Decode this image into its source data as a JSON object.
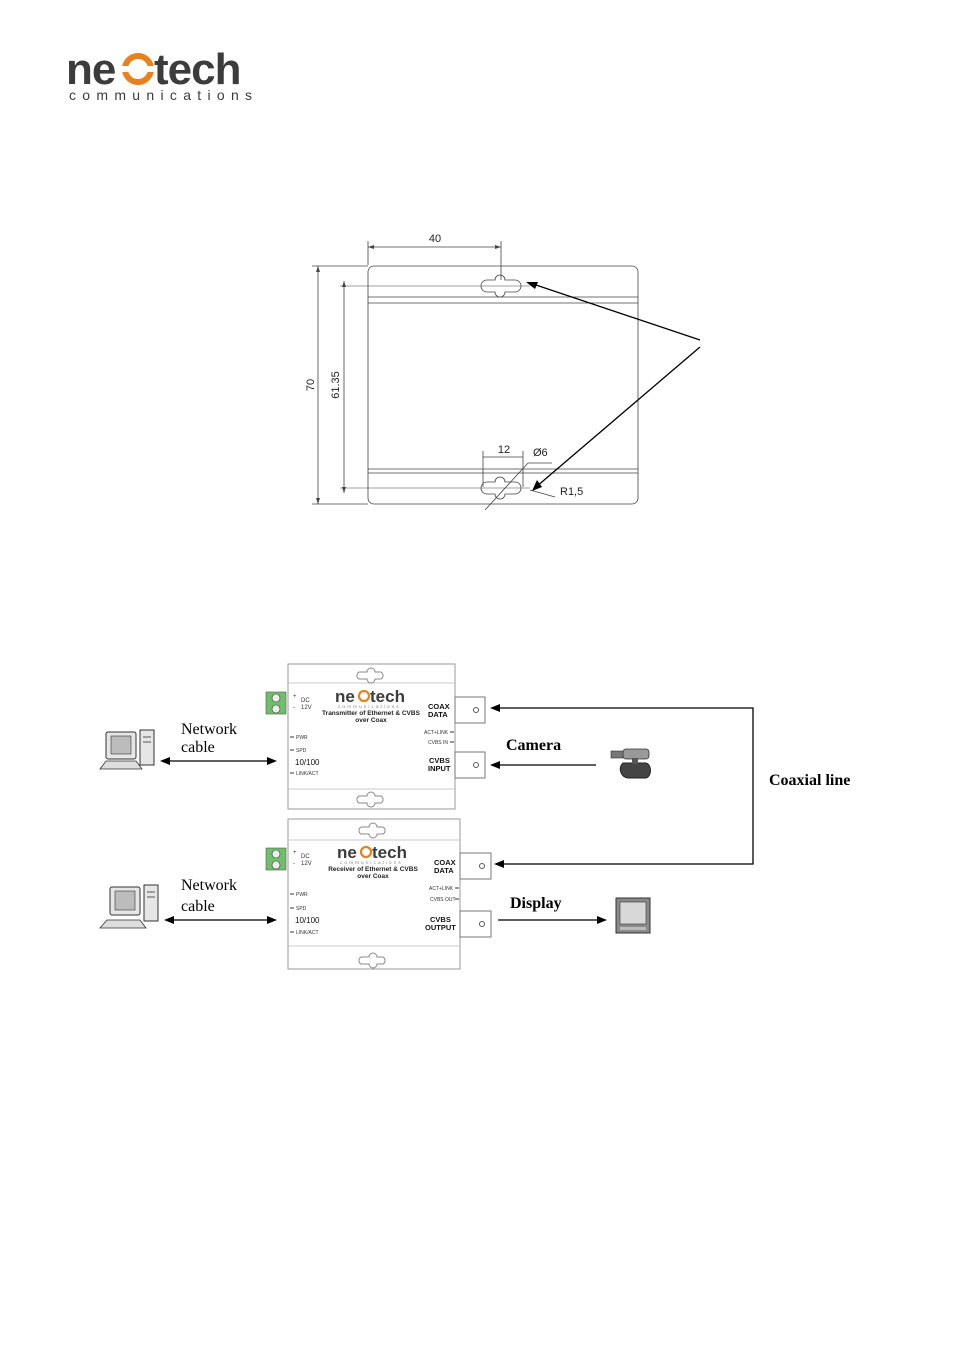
{
  "logo": {
    "brand_prefix": "ne",
    "brand_suffix": "tech",
    "tagline": "communications"
  },
  "dimension_drawing": {
    "width_label": "40",
    "height_label": "70",
    "inner_height_label": "61.35",
    "slot_width_label": "12",
    "hole_label": "Ø6",
    "radius_label": "R1,5"
  },
  "wiring_diagram": {
    "transmitter": {
      "title_line1": "Transmitter of Ethernet & CVBS",
      "title_line2": "over Coax",
      "dc_label": "DC",
      "volt_label": "12V",
      "plus_label": "+",
      "minus_label": "-",
      "pwr_label": "PWR",
      "spd_label": "SPD",
      "speed_label": "10/100",
      "link_label": "LINK/ACT",
      "coax_label_1": "COAX",
      "coax_label_2": "DATA",
      "act_link_label": "ACT+LINK",
      "cvbs_led_label": "CVBS IN",
      "cvbs_port_1": "CVBS",
      "cvbs_port_2": "INPUT"
    },
    "receiver": {
      "title_line1": "Receiver of Ethernet & CVBS",
      "title_line2": "over Coax",
      "dc_label": "DC",
      "volt_label": "12V",
      "plus_label": "+",
      "minus_label": "-",
      "pwr_label": "PWR",
      "spd_label": "SPD",
      "speed_label": "10/100",
      "link_label": "LINK/ACT",
      "coax_label_1": "COAX",
      "coax_label_2": "DATA",
      "act_link_label": "ACT+LINK",
      "cvbs_led_label": "CVBS OUT",
      "cvbs_port_1": "CVBS",
      "cvbs_port_2": "OUTPUT"
    },
    "network_cable_top_1": "Network",
    "network_cable_top_2": "cable",
    "network_cable_bottom_1": "Network",
    "network_cable_bottom_2": "cable",
    "camera_label": "Camera",
    "display_label": "Display",
    "coaxial_label": "Coaxial line"
  },
  "colors": {
    "brand_dark": "#3c3c3c",
    "brand_orange": "#e8821e",
    "line": "#000000",
    "device_outline": "#9a9a9a",
    "terminal_green": "#6fbf6a"
  }
}
